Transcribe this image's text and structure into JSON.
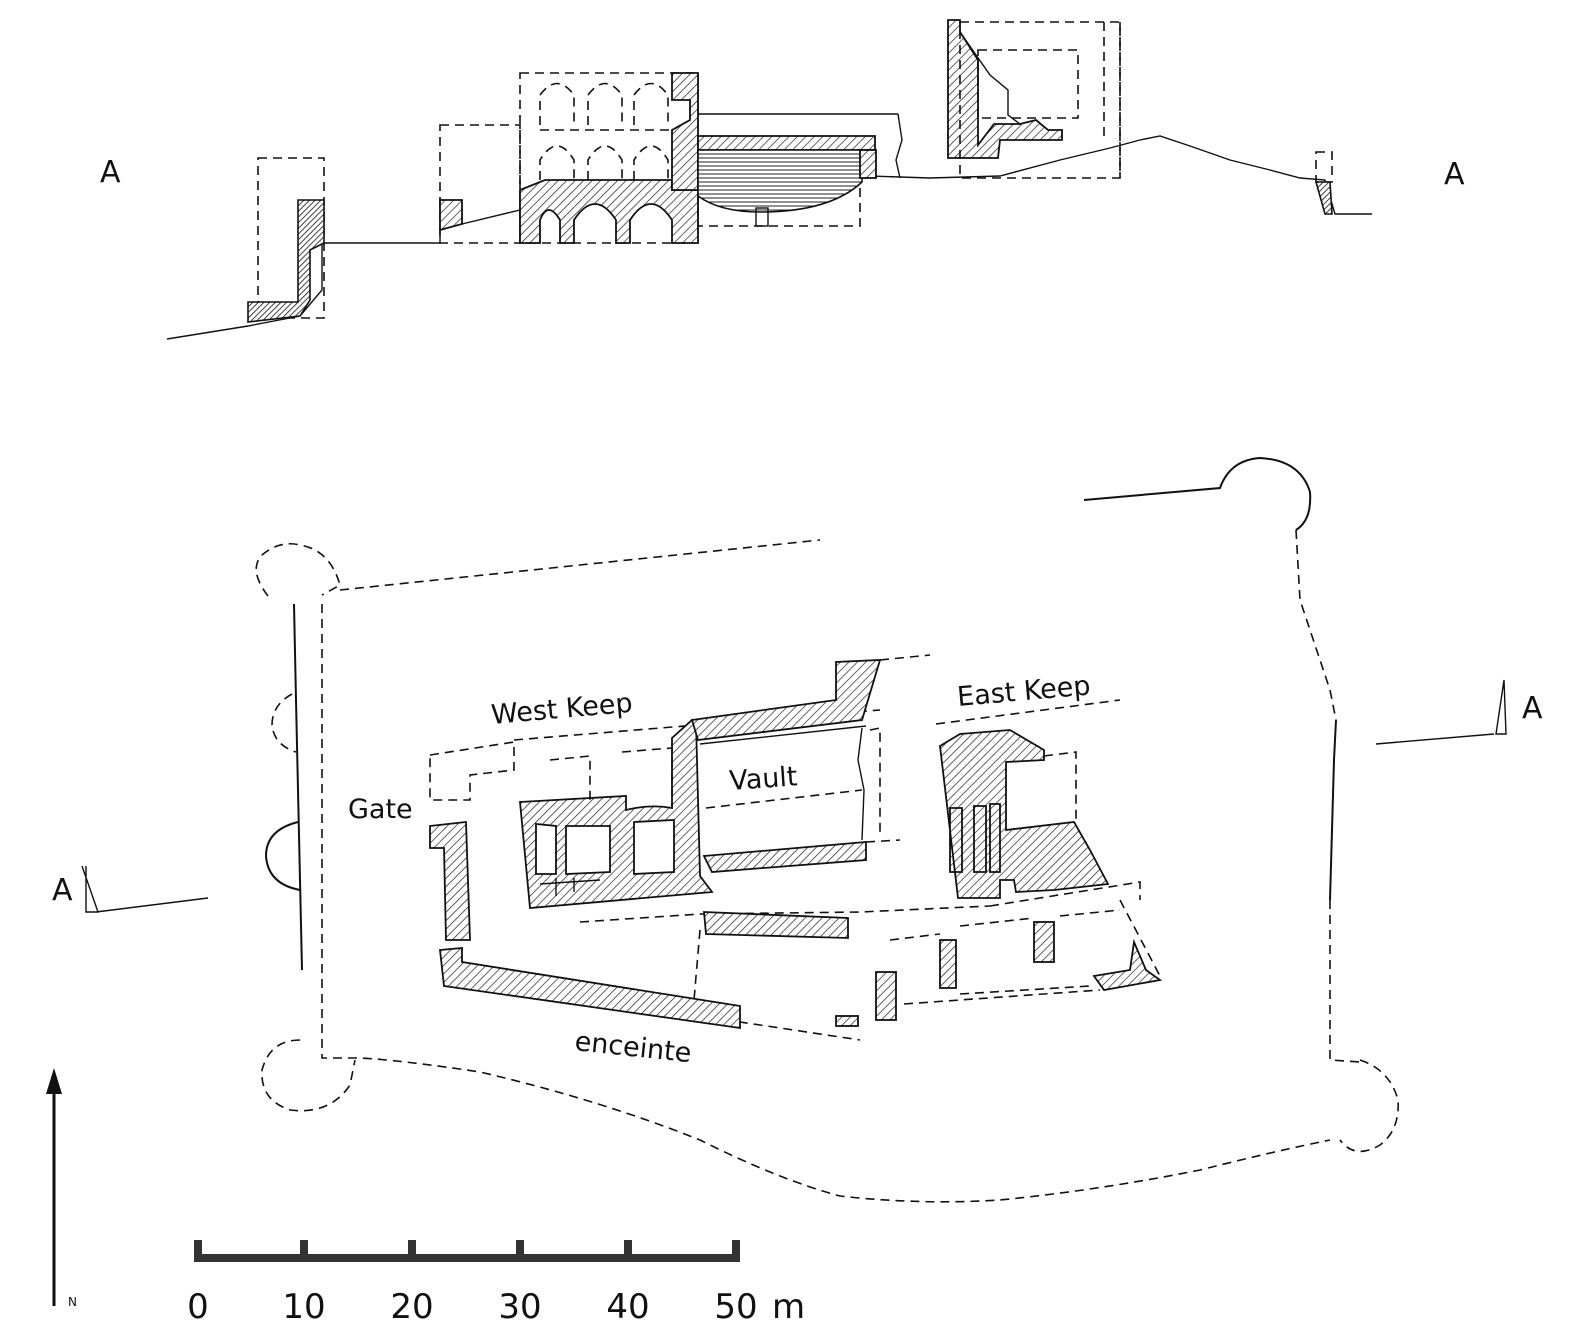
{
  "section_labels": {
    "left": "A",
    "right": "A"
  },
  "plan_section_markers": {
    "left": "A",
    "right": "A"
  },
  "plan_labels": {
    "west_keep": "West Keep",
    "east_keep": "East Keep",
    "vault": "Vault",
    "gate": "Gate",
    "enceinte": "enceinte"
  },
  "north_arrow": {
    "label": "N",
    "icon": "north-arrow-icon"
  },
  "scale_bar": {
    "ticks": [
      "0",
      "10",
      "20",
      "30",
      "40",
      "50"
    ],
    "unit": "m"
  },
  "colors": {
    "ink": "#111111",
    "background": "#ffffff"
  }
}
